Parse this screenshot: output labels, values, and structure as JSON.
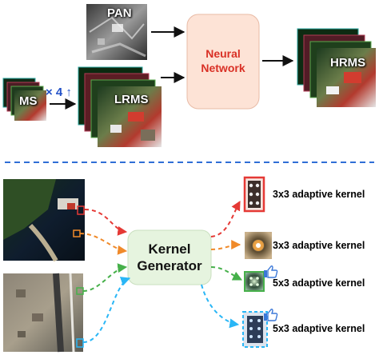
{
  "top": {
    "pan_label": "PAN",
    "ms_label": "MS",
    "lrms_label": "LRMS",
    "hrms_label": "HRMS",
    "network_label_line1": "Neural",
    "network_label_line2": "Network",
    "upsample_label": "× 4 ↑"
  },
  "bottom": {
    "generator_line1": "Kernel",
    "generator_line2": "Generator",
    "kernels": [
      {
        "label": "3x3 adaptive kernel",
        "color": "#e53935"
      },
      {
        "label": "3x3 adaptive kernel",
        "color": "#f08a2a"
      },
      {
        "label": "5x3 adaptive kernel",
        "color": "#46b04a"
      },
      {
        "label": "5x3 adaptive kernel",
        "color": "#29b6f6"
      }
    ],
    "thumbs_up_count": 2
  },
  "colors": {
    "network_fill": "#fde3d6",
    "network_text": "#d93025",
    "generator_fill": "#e6f4df",
    "divider": "#2f6fd6"
  }
}
